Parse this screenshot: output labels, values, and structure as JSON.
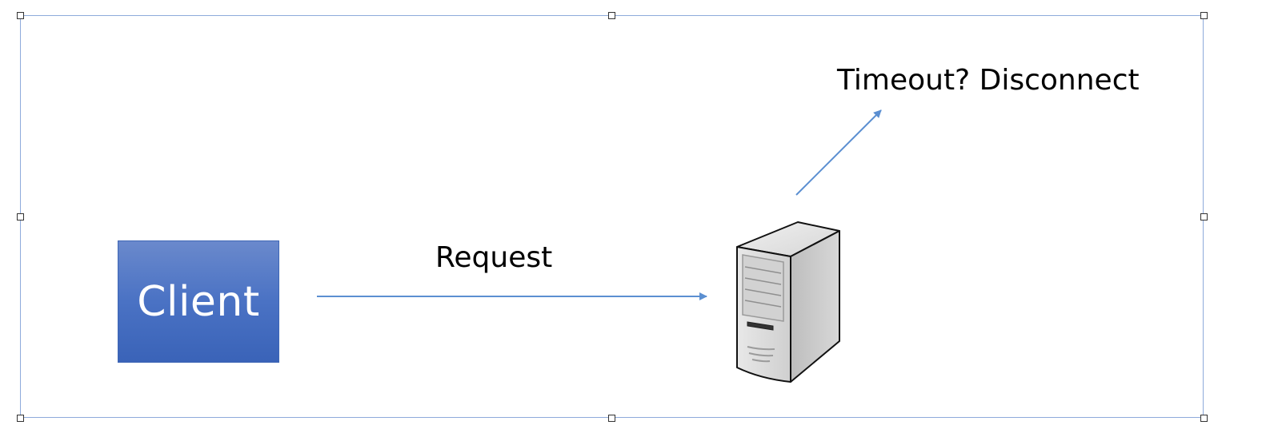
{
  "diagram": {
    "client": {
      "label": "Client",
      "fill_color": "#4a72c4"
    },
    "request": {
      "label": "Request"
    },
    "timeout": {
      "label": "Timeout? Disconnect"
    },
    "server": {
      "icon": "server-tower-icon"
    },
    "arrow_color": "#5b8fd1",
    "selection_frame_color": "#8eaadb"
  }
}
